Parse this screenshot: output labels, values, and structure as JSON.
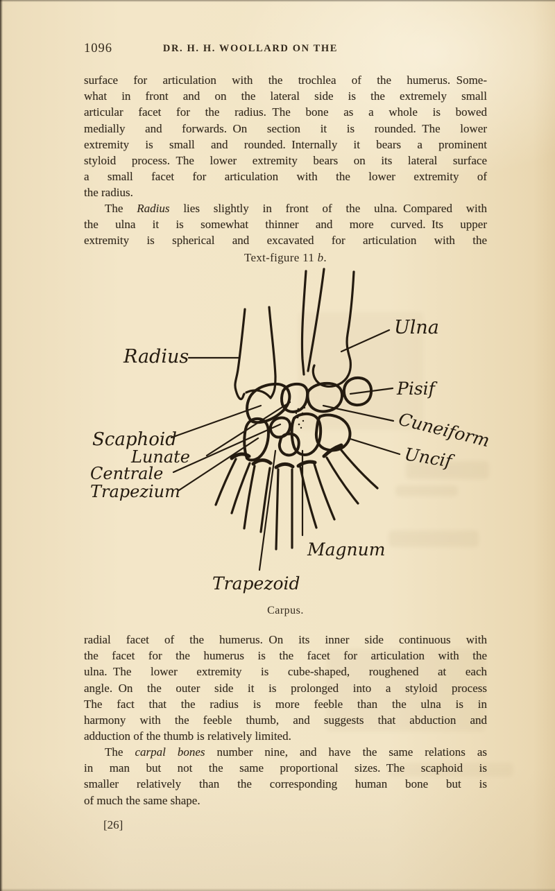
{
  "page": {
    "number": "1096",
    "running_head": "DR. H. H. WOOLLARD ON THE",
    "footer_mark": "[26]"
  },
  "body": {
    "para1_lines": [
      "surface for articulation with the trochlea of the humerus. Some-",
      "what in front and on the lateral side is the extremely small",
      "articular facet for the radius. The bone as a whole is bowed",
      "medially and forwards. On section it is rounded. The lower",
      "extremity is small and rounded. Internally it bears a prominent",
      "styloid process. The lower extremity bears on its lateral surface",
      "a small facet for articulation with the lower extremity of",
      "the radius."
    ],
    "para2": {
      "line1_pre": "The ",
      "line1_italic": "Radius",
      "line1_post": " lies slightly in front of the ulna. Compared with",
      "line2": "the ulna it is somewhat thinner and more curved. Its upper",
      "line3": "extremity is spherical and excavated for articulation with the"
    },
    "para3_lines": [
      "radial facet of the humerus. On its inner side continuous with",
      "the facet for the humerus is the facet for articulation with the",
      "ulna. The lower extremity is cube-shaped, roughened at each",
      "angle. On the outer side it is prolonged into a styloid process",
      "The fact that the radius is more feeble than the ulna is in",
      "harmony with the feeble thumb, and suggests that abduction and",
      "adduction of the thumb is relatively limited."
    ],
    "para4": {
      "line1_pre": "The ",
      "line1_italic": "carpal bones",
      "line1_post": " number nine, and have the same relations as",
      "line2": "in man but not the same proportional sizes. The scaphoid is",
      "line3": "smaller relatively than the corresponding human bone but is",
      "line4": "of much the same shape."
    }
  },
  "figure": {
    "heading_pre": "Text-figure 11 ",
    "heading_italic": "b",
    "heading_post": ".",
    "caption": "Carpus.",
    "labels": {
      "radius": "Radius",
      "ulna": "Ulna",
      "pisiform": "Pisif",
      "cuneiform": "Cuneiform",
      "unciform": "Uncif",
      "scaphoid": "Scaphoid",
      "lunate": "Lunate",
      "centrale": "Centrale",
      "trapezium": "Trapezium",
      "magnum": "Magnum",
      "trapezoid": "Trapezoid"
    }
  },
  "colors": {
    "paper": "#f1e3c4",
    "ink": "#332a1e",
    "drawing_ink": "#241b10"
  }
}
